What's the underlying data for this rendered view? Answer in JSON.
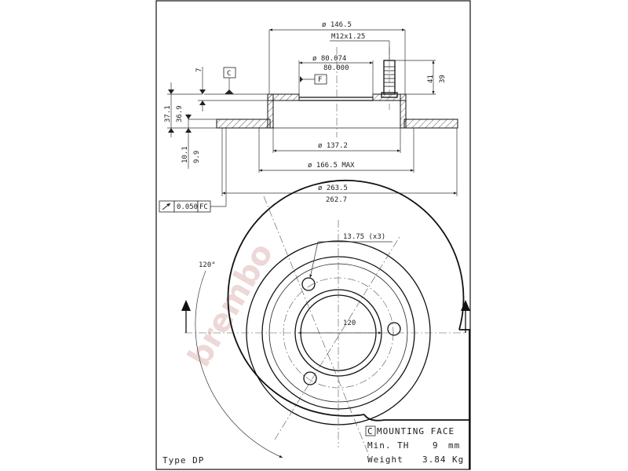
{
  "dimensions": {
    "outer_diameter": "ø 146.5",
    "thread": "M12x1.25",
    "bore_upper": "ø 80.074",
    "bore_lower": "80.000",
    "stud_height_upper": "41",
    "stud_height_lower": "39",
    "offset": "7",
    "height_upper": "37.1",
    "height_lower": "36.9",
    "thickness_upper": "10.1",
    "thickness_lower": "9.9",
    "hat_diameter": "ø 137.2",
    "max_diameter": "ø 166.5 MAX",
    "disc_diameter_upper": "ø 263.5",
    "disc_diameter_lower": "262.7",
    "hole_spec": "13.75 (x3)",
    "angle": "120°",
    "pcd": "120"
  },
  "labels": {
    "datum_c": "C",
    "datum_f": "F",
    "runout_value": "0.050",
    "runout_ref": "FC",
    "mounting_face_letter": "C",
    "mounting_face": "MOUNTING FACE",
    "min_th_label": "Min. TH",
    "min_th_value": "9",
    "min_th_unit": "mm",
    "weight_label": "Weight",
    "weight_value": "3.84",
    "weight_unit": "Kg",
    "type": "Type DP",
    "watermark": "brembo"
  }
}
